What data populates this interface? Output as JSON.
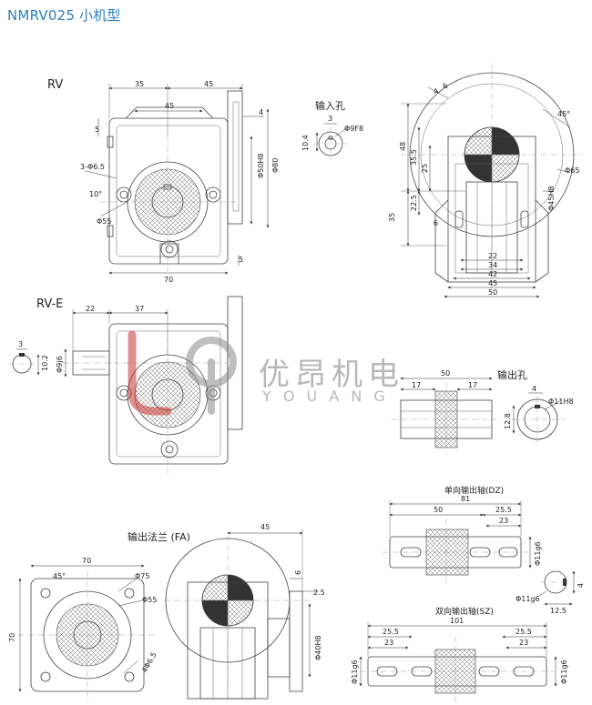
{
  "title": "NMRV025 小机型",
  "sections": {
    "rv": "RV",
    "rve": "RV-E",
    "input_hole": "输入孔",
    "output_hole": "输出孔",
    "flange": "输出法兰 (FA)",
    "single_shaft": "单向输出轴(DZ)",
    "double_shaft": "双向输出轴(SZ)"
  },
  "watermark": {
    "cn": "优昂机电",
    "en": "Y O U A N G"
  },
  "dims": {
    "rv_35": "35",
    "rv_45a": "45",
    "rv_45b": "45",
    "rv_5a": "5",
    "rv_4": "4",
    "rv_holes": "3-Φ6.5",
    "rv_10deg": "10°",
    "rv_phi55": "Φ55",
    "rv_phi50h8": "Φ50H8",
    "rv_phi80": "Φ80",
    "rv_5b": "5",
    "rv_70": "70",
    "in_3": "3",
    "in_phi9f8": "Φ9F8",
    "in_10_4": "10.4",
    "side_4": "4",
    "side_6": "6",
    "side_45deg": "45°",
    "side_48": "48",
    "side_35_5": "35.5",
    "side_25": "25",
    "side_22_5": "22.5",
    "side_35": "35",
    "side_6b": "6",
    "side_phi65": "Φ65",
    "side_phi45h8": "Φ45H8",
    "side_22": "22",
    "side_34": "34",
    "side_42": "42",
    "side_45": "45",
    "side_50": "50",
    "rve_22": "22",
    "rve_37": "37",
    "rve_3": "3",
    "rve_10_2": "10.2",
    "rve_phi9j6": "Φ9j6",
    "out_50": "50",
    "out_17a": "17",
    "out_17b": "17",
    "out_4": "4",
    "out_phi11h8": "Φ11H8",
    "out_12_8": "12.8",
    "fa_70": "70",
    "fa_45deg": "45°",
    "fa_phi75": "Φ75",
    "fa_phi55": "Φ55",
    "fa_phi6_5": "4Φ6.5",
    "fa_70v": "70",
    "fa_45": "45",
    "fa_6": "6",
    "fa_2_5": "2.5",
    "fa_phi40h8": "Φ40H8",
    "dz_81": "81",
    "dz_50": "50",
    "dz_25_5": "25.5",
    "dz_23": "23",
    "dz_phi11g6": "Φ11g6",
    "dz_4": "4",
    "dz_phi11g6b": "Φ11g6",
    "dz_12_5": "12.5",
    "sz_101": "101",
    "sz_25_5a": "25.5",
    "sz_23a": "23",
    "sz_25_5b": "25.5",
    "sz_23b": "23",
    "sz_phi11g6a": "Φ11g6",
    "sz_phi11g6b": "Φ11g6"
  },
  "colors": {
    "title": "#2a7fc0",
    "watermark_mark": "#c93333",
    "watermark_text": "#8a8a8a"
  }
}
